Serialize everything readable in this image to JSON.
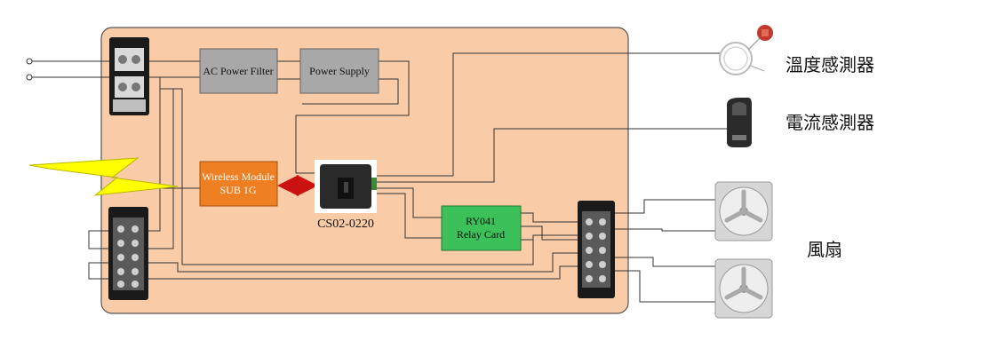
{
  "modules": {
    "ac_filter": "AC Power Filter",
    "power_supply": "Power Supply",
    "wireless_line1": "Wireless Module",
    "wireless_line2": "SUB 1G",
    "controller": "CS02-0220",
    "relay_line1": "RY041",
    "relay_line2": "Relay Card"
  },
  "sensors": {
    "temperature": "溫度感測器",
    "current": "電流感測器"
  },
  "fans": {
    "label": "風扇"
  },
  "colors": {
    "board": "#f9cba7",
    "board_border": "#555555",
    "module_gray": "#a8a8a8",
    "wireless": "#ee7f22",
    "relay": "#3cc05a",
    "lightning": "#ffff00",
    "link_arrow": "#cc1111"
  }
}
